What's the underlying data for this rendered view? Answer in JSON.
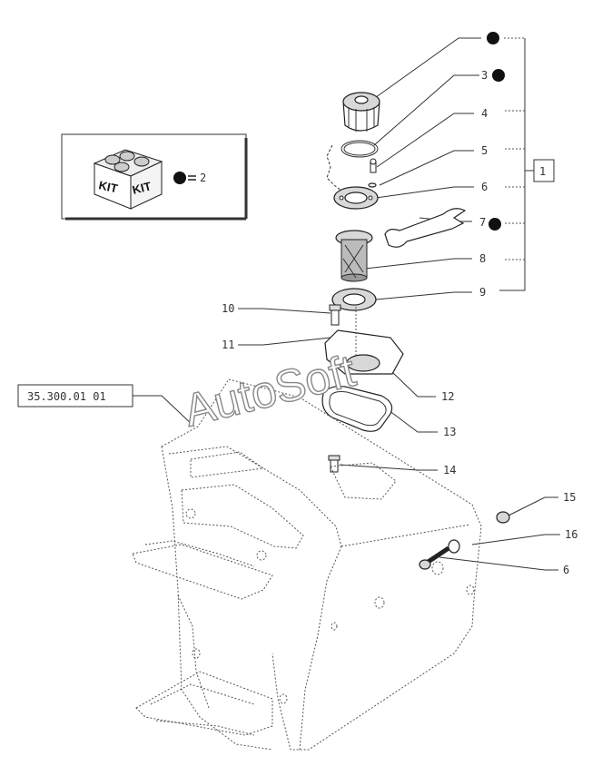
{
  "kit": {
    "box_text_1": "KIT",
    "box_text_2": "KIT",
    "legend_value": "2"
  },
  "reference_box": "35.300.01 01",
  "assembly_ref": "1",
  "watermark": "AutoSoft",
  "callouts": [
    "3",
    "4",
    "5",
    "6",
    "7",
    "8",
    "9",
    "10",
    "11",
    "12",
    "13",
    "14",
    "15",
    "16",
    "6"
  ],
  "colors": {
    "ink": "#222222",
    "paper": "#ffffff",
    "kit_bullet": "#111111"
  }
}
